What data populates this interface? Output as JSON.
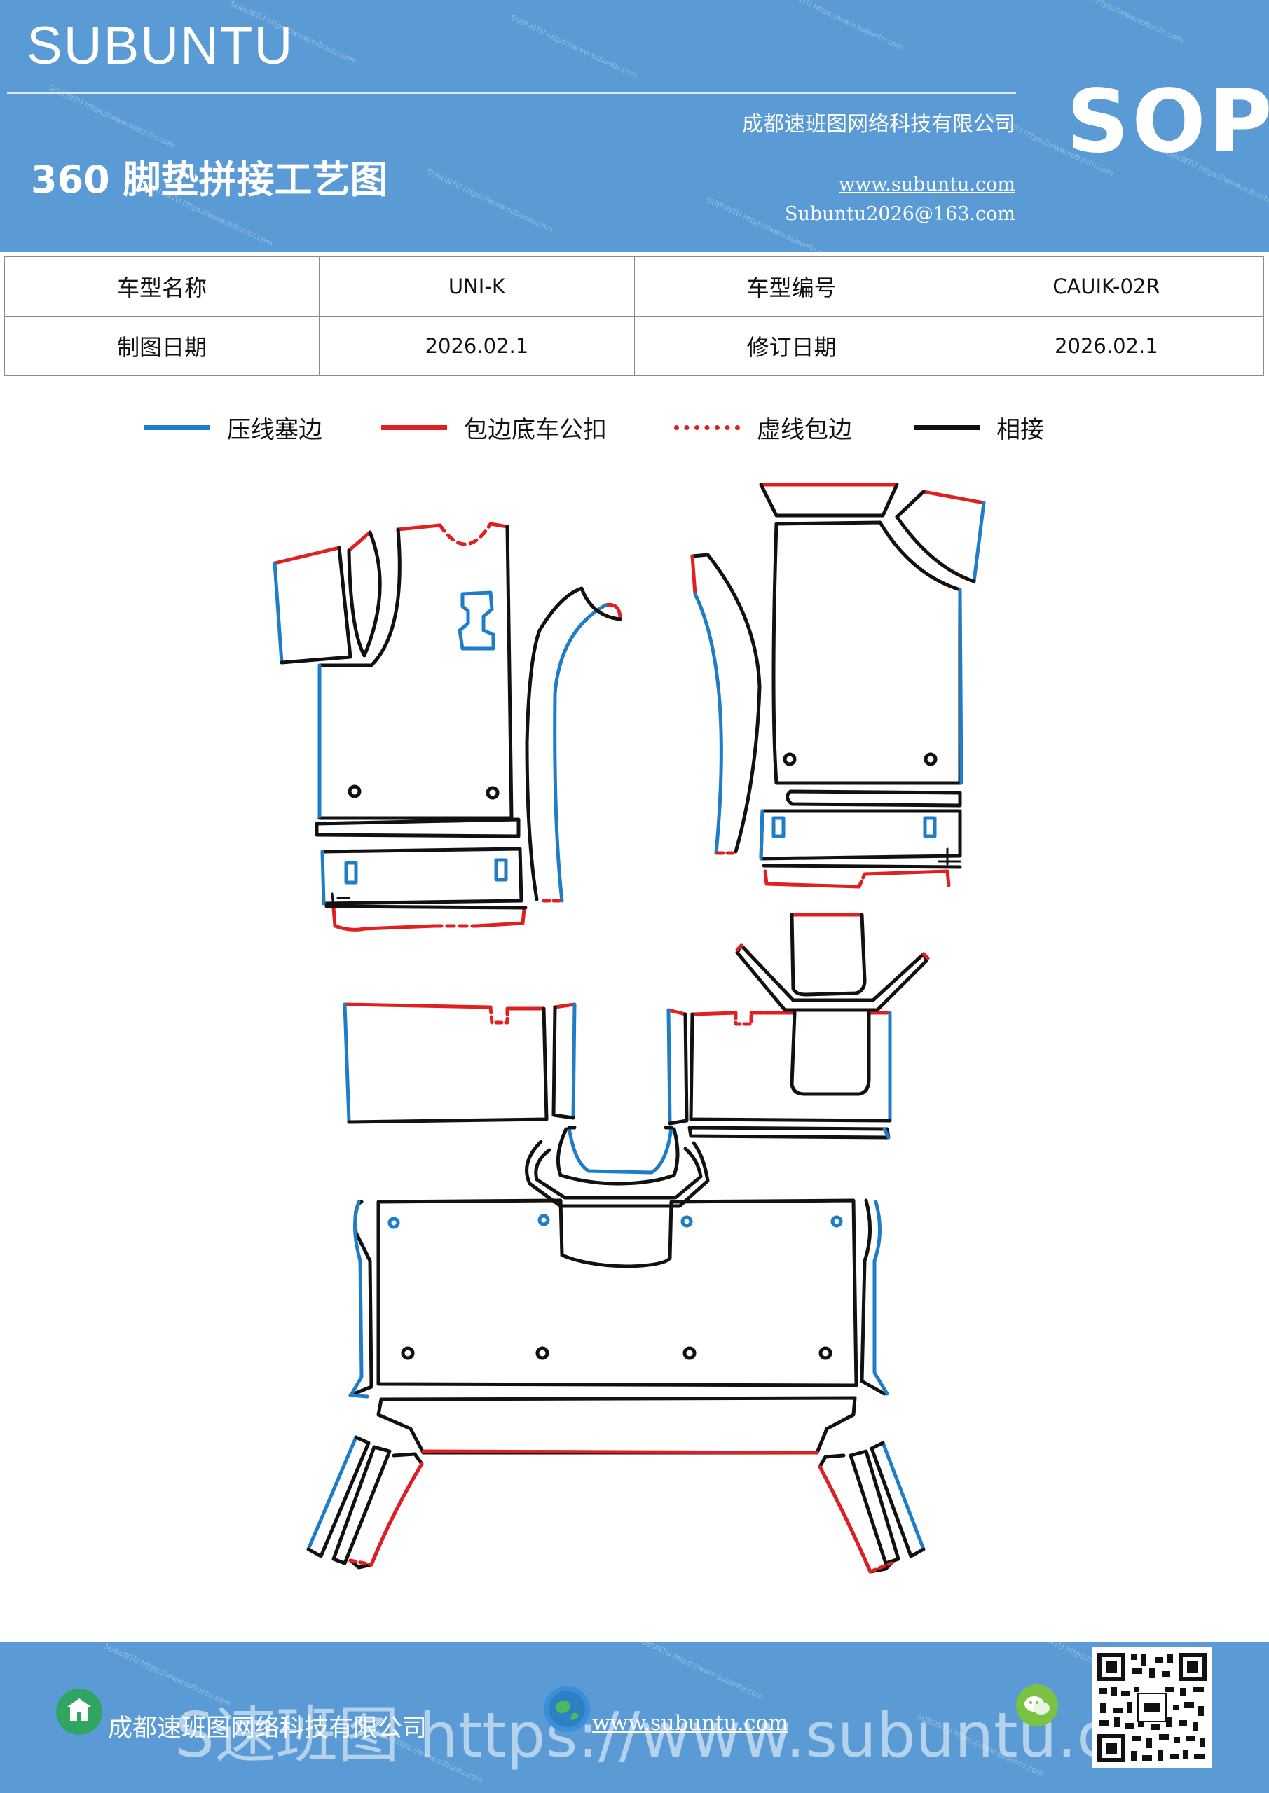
{
  "header": {
    "brand": "SUBUNTU",
    "sop": "SOP",
    "title": "360 脚垫拼接工艺图",
    "company": "成都速班图网络科技有限公司",
    "website": "www.subuntu.com",
    "email": "Subuntu2026@163.com",
    "watermark_text": "SUBUNTU https://www.subuntu.com"
  },
  "info_table": {
    "row1": {
      "label1": "车型名称",
      "value1": "UNI-K",
      "label2": "车型编号",
      "value2": "CAUIK-02R"
    },
    "row2": {
      "label1": "制图日期",
      "value1": "2026.02.1",
      "label2": "修订日期",
      "value2": "2026.02.1"
    }
  },
  "legend": [
    {
      "label": "压线塞边",
      "color": "#1f7dc8",
      "style": "solid"
    },
    {
      "label": "包边底车公扣",
      "color": "#e02020",
      "style": "solid"
    },
    {
      "label": "虚线包边",
      "color": "#e02020",
      "style": "dashed"
    },
    {
      "label": "相接",
      "color": "#111111",
      "style": "solid"
    }
  ],
  "colors": {
    "header_bg": "#5b9bd5",
    "blue_line": "#1f7dc8",
    "red_line": "#e02020",
    "black_line": "#111111"
  },
  "footer": {
    "company": "成都速班图网络科技有限公司",
    "website": "www.subuntu.com",
    "watermark": "S速班图 https://www.subuntu.com"
  },
  "icons": {
    "footer_left": "building-icon",
    "footer_mid": "globe-icon",
    "footer_right": "wechat-icon",
    "qr": "qr-code"
  }
}
